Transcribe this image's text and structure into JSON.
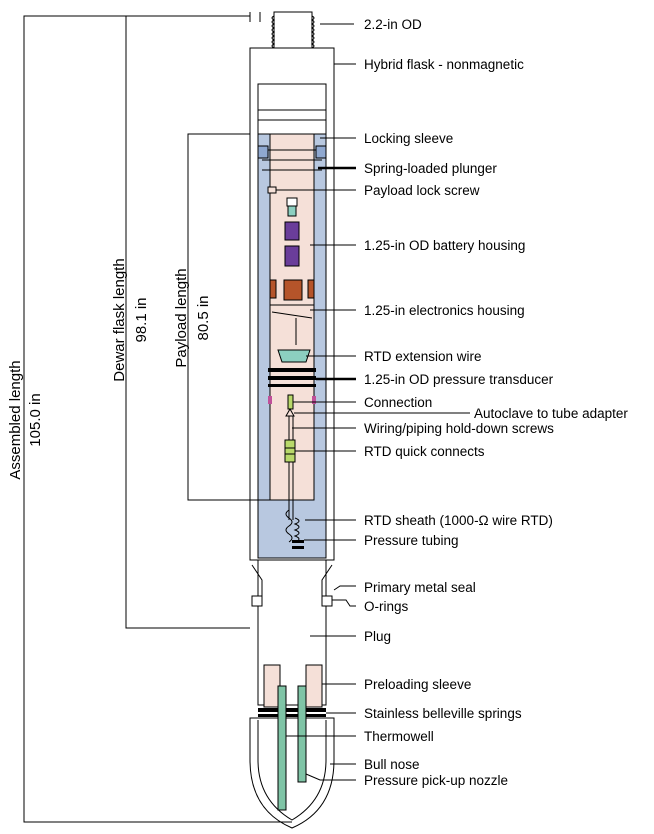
{
  "dimensions": {
    "assembled": {
      "label": "Assembled length",
      "value": "105.0 in"
    },
    "dewar": {
      "label": "Dewar flask length",
      "value": "98.1 in"
    },
    "payload": {
      "label": "Payload length",
      "value": "80.5 in"
    }
  },
  "callouts": [
    "2.2-in OD",
    "Hybrid flask - nonmagnetic",
    "Locking sleeve",
    "Spring-loaded plunger",
    "Payload lock screw",
    "1.25-in OD battery housing",
    "1.25-in electronics housing",
    "RTD extension wire",
    "1.25-in OD pressure transducer",
    "Connection",
    "Autoclave to tube adapter",
    "Wiring/piping hold-down screws",
    "RTD quick connects",
    "RTD sheath (1000-Ω wire RTD)",
    "Pressure tubing",
    "Primary metal seal",
    "O-rings",
    "Plug",
    "Preloading sleeve",
    "Stainless belleville springs",
    "Thermowell",
    "Bull nose",
    "Pressure pick-up nozzle"
  ],
  "colors": {
    "dewar_blue": "#b8c8e0",
    "payload_pink": "#f5e0d8",
    "battery_purple": "#6a3d9a",
    "electronics_brown": "#b5542a",
    "transducer_teal": "#8ccfc0",
    "connector_green": "#b8d86a",
    "thermowell_green": "#7fc4a6",
    "seal_magenta": "#c0509a"
  }
}
